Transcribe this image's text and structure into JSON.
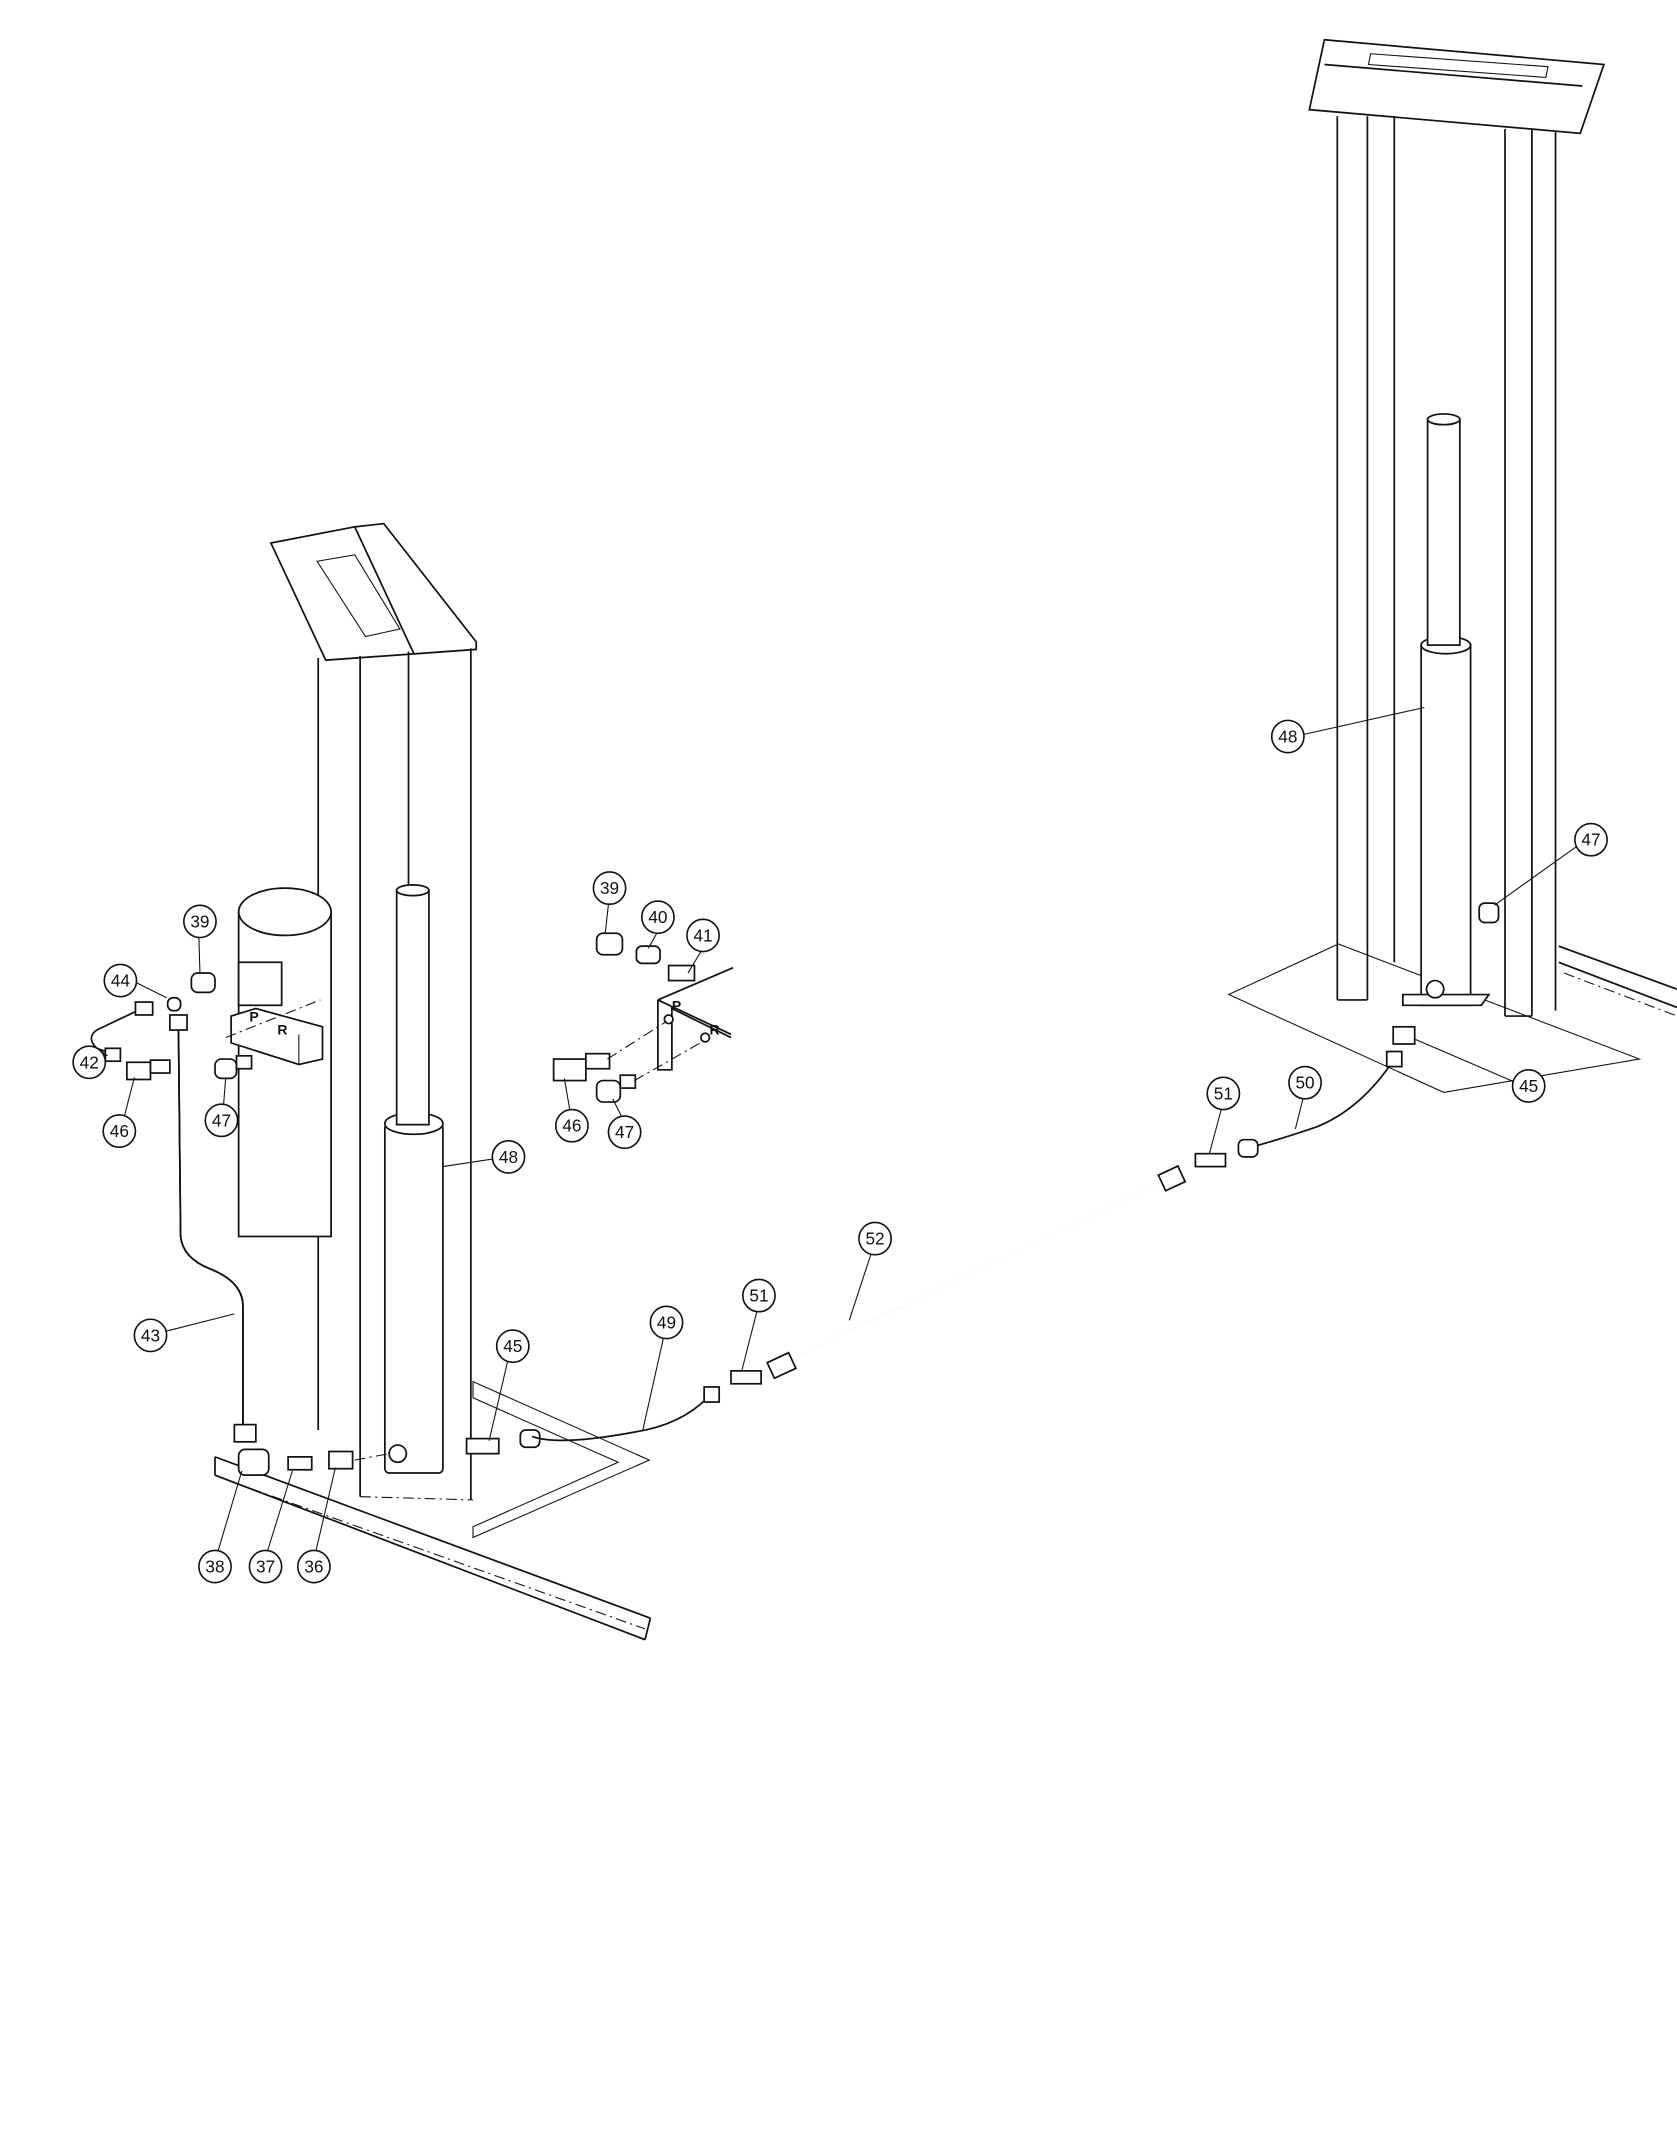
{
  "callouts": {
    "c36": "36",
    "c37": "37",
    "c38": "38",
    "c39a": "39",
    "c39b": "39",
    "c40": "40",
    "c41": "41",
    "c42": "42",
    "c43": "43",
    "c44": "44",
    "c45a": "45",
    "c45b": "45",
    "c46a": "46",
    "c46b": "46",
    "c47a": "47",
    "c47b": "47",
    "c47c": "47",
    "c48a": "48",
    "c48b": "48",
    "c49": "49",
    "c50": "50",
    "c51a": "51",
    "c51b": "51",
    "c52": "52"
  },
  "ports": {
    "pressure": "P",
    "return": "R"
  }
}
